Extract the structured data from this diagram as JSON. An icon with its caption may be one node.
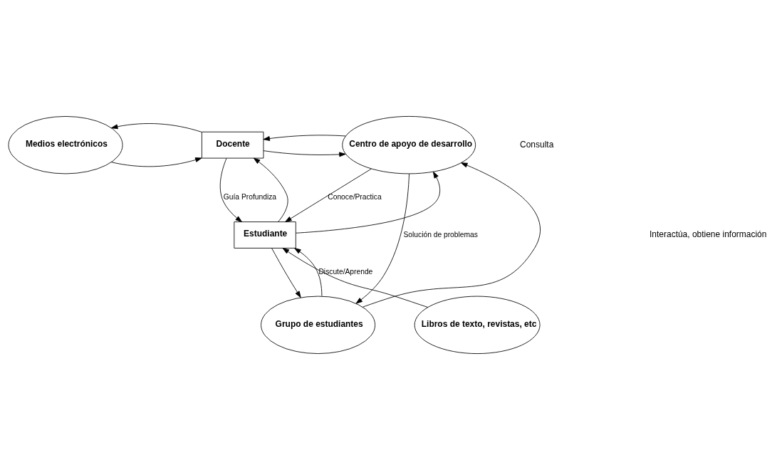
{
  "diagram": {
    "nodes": [
      {
        "text": [
          "Medios electrónicos"
        ]
      },
      {
        "text": [
          "Centro de apoyo de desarrollo"
        ]
      },
      {
        "text": [
          "Docente"
        ]
      },
      {
        "text": [
          "Estudiante"
        ]
      },
      {
        "text": [
          "Libros de texto, revistas, etc"
        ]
      },
      {
        "text": [
          "Grupo de estudiantes"
        ]
      }
    ],
    "edges": [
      {
        "from": 0,
        "to": 2,
        "arrow": "to"
      },
      {
        "from": 2,
        "to": 0,
        "arrow": "to"
      },
      {
        "from": 2,
        "to": 1,
        "arrow": "to"
      },
      {
        "from": 1,
        "to": 2,
        "arrow": "to"
      },
      {
        "from": 3,
        "to": 2,
        "arrow": "to"
      },
      {
        "from": 2,
        "to": 3,
        "arrow": "to",
        "label": "Guía Profundiza"
      },
      {
        "from": 3,
        "to": 1,
        "arrow": "to"
      },
      {
        "from": 1,
        "to": 3,
        "arrow": "to",
        "label": "Conoce/Practica"
      },
      {
        "from": 5,
        "to": 1,
        "arrow": "to"
      },
      {
        "from": 1,
        "to": 5,
        "arrow": "to",
        "label": "Solución de problemas"
      },
      {
        "from": 4,
        "to": 3,
        "arrow": "to"
      },
      {
        "from": 3,
        "to": 5,
        "arrow": "to"
      },
      {
        "from": 5,
        "to": 3,
        "arrow": "to",
        "label": "Discute/Aprende"
      }
    ],
    "labels": [
      "Interactúa, obtiene información",
      "Consulta"
    ]
  }
}
